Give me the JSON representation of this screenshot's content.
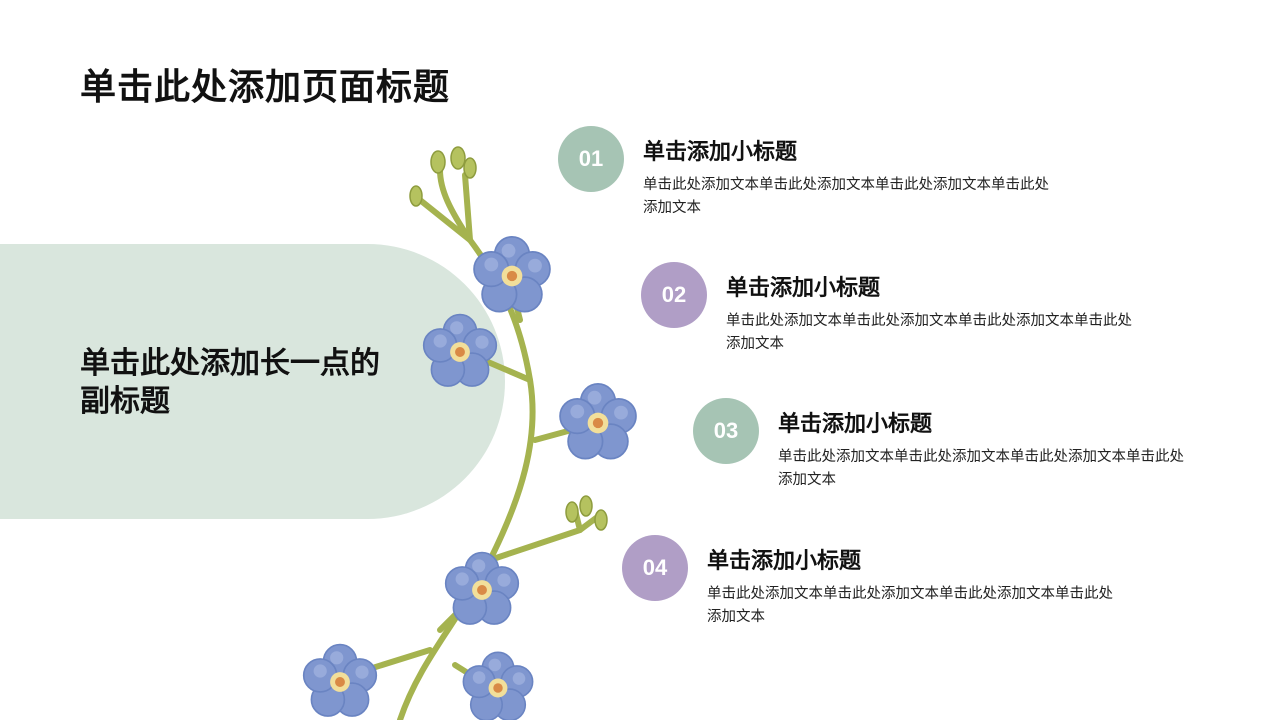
{
  "page": {
    "title": "单击此处添加页面标题",
    "subtitle": "单击此处添加长一点的副标题"
  },
  "colors": {
    "sage": "#a6c4b4",
    "lavender": "#b09ec6",
    "band": "#d9e6dd",
    "flower": "#7f96cf",
    "stem": "#a5b34f"
  },
  "items": [
    {
      "number": "01",
      "title": "单击添加小标题",
      "text": "单击此处添加文本单击此处添加文本单击此处添加文本单击此处添加文本",
      "color": "#a6c4b4"
    },
    {
      "number": "02",
      "title": "单击添加小标题",
      "text": "单击此处添加文本单击此处添加文本单击此处添加文本单击此处添加文本",
      "color": "#b09ec6"
    },
    {
      "number": "03",
      "title": "单击添加小标题",
      "text": "单击此处添加文本单击此处添加文本单击此处添加文本单击此处添加文本",
      "color": "#a6c4b4"
    },
    {
      "number": "04",
      "title": "单击添加小标题",
      "text": "单击此处添加文本单击此处添加文本单击此处添加文本单击此处添加文本",
      "color": "#b09ec6"
    }
  ]
}
